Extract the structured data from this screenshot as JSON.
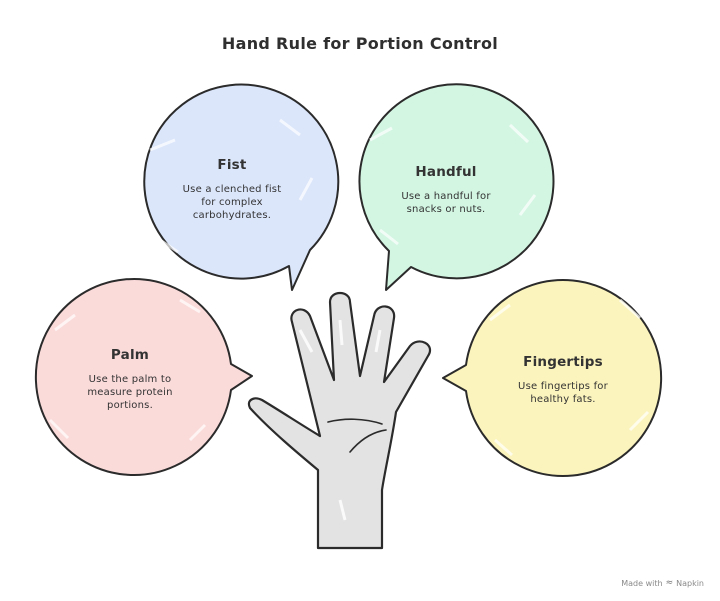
{
  "title": "Hand Rule for Portion Control",
  "nodes": [
    {
      "id": "fist",
      "heading": "Fist",
      "description": "Use a clenched fist for complex carbohydrates.",
      "color": "#dbe6fb"
    },
    {
      "id": "handful",
      "heading": "Handful",
      "description": "Use a handful for snacks or nuts.",
      "color": "#d3f6e3"
    },
    {
      "id": "palm",
      "heading": "Palm",
      "description": "Use the palm to measure protein portions.",
      "color": "#fbdada"
    },
    {
      "id": "fingertips",
      "heading": "Fingertips",
      "description": "Use fingertips for healthy fats.",
      "color": "#fcf4bd"
    }
  ],
  "hand": {
    "fill": "#e3e3e3",
    "icon": "open-hand-icon"
  },
  "credit": {
    "label": "Made with",
    "brand": "Napkin",
    "icon": "napkin-logo-icon"
  }
}
